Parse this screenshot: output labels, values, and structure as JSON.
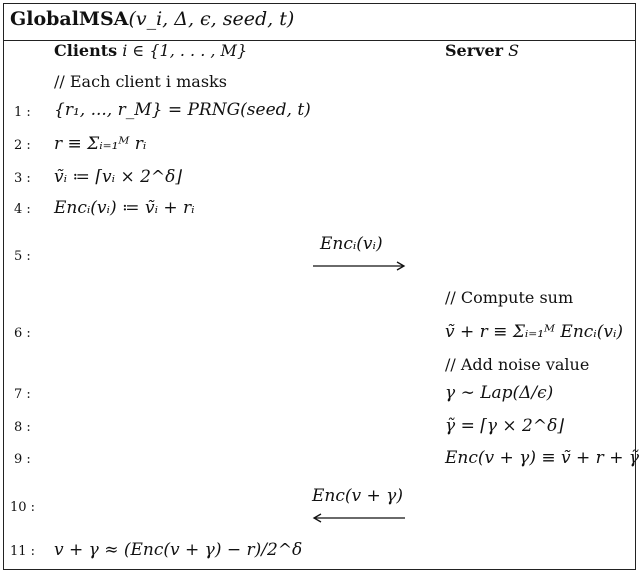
{
  "title": {
    "name": "GlobalMSA",
    "args": "(v_i, Δ, ϵ, seed, t)"
  },
  "headers": {
    "clients": "Clients",
    "clients_math": "i ∈ {1, . . . , M}",
    "server": "Server",
    "server_math": "S"
  },
  "comments": {
    "clients_mask": "// Each client i masks",
    "compute_sum": "// Compute sum",
    "add_noise": "// Add noise value"
  },
  "steps": [
    {
      "label": "1 :",
      "client": "{r₁, ..., r_M} = PRNG(seed, t)",
      "server": ""
    },
    {
      "label": "2 :",
      "client": "r ≡ Σᵢ₌₁ᴹ rᵢ",
      "server": ""
    },
    {
      "label": "3 :",
      "client": "ṽᵢ ≔ ⌈vᵢ × 2^δ⌋",
      "server": ""
    },
    {
      "label": "4 :",
      "client": "Encᵢ(vᵢ) ≔ ṽᵢ + rᵢ",
      "server": ""
    },
    {
      "label": "5 :",
      "client": "",
      "server": "",
      "arrow_label": "Encᵢ(vᵢ)",
      "arrow_dir": "right"
    },
    {
      "label": "6 :",
      "client": "",
      "server": "ṽ + r ≡ Σᵢ₌₁ᴹ Encᵢ(vᵢ)"
    },
    {
      "label": "7 :",
      "client": "",
      "server": "γ ∼ Lap(Δ/ϵ)"
    },
    {
      "label": "8 :",
      "client": "",
      "server": "γ̃ = ⌈γ × 2^δ⌋"
    },
    {
      "label": "9 :",
      "client": "",
      "server": "Enc(v + γ) ≡ ṽ + r + γ̃"
    },
    {
      "label": "10 :",
      "client": "",
      "server": "",
      "arrow_label": "Enc(v + γ)",
      "arrow_dir": "left"
    },
    {
      "label": "11 :",
      "client": "v + γ ≈ (Enc(v + γ) − r)/2^δ",
      "server": ""
    }
  ]
}
